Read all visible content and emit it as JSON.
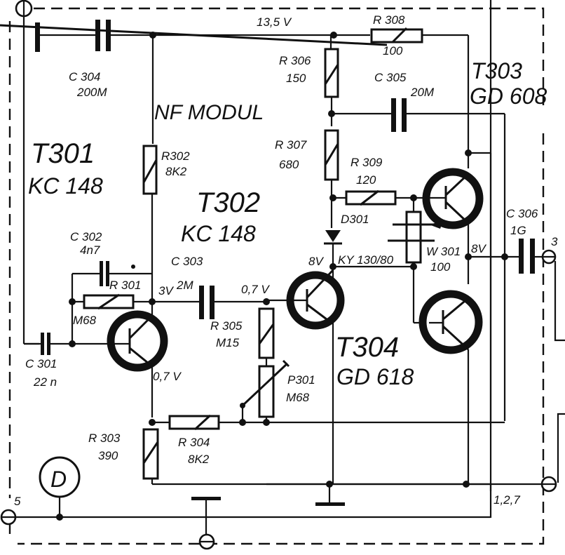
{
  "title": "NF MODUL",
  "supply_label": "13,5 V",
  "components": {
    "C301": {
      "name": "C 301",
      "value": "22 n"
    },
    "C302": {
      "name": "C 302",
      "value": "4n7"
    },
    "C303": {
      "name": "C 303",
      "value": "2M"
    },
    "C304": {
      "name": "C 304",
      "value": "200M"
    },
    "C305": {
      "name": "C 305",
      "value": "20M"
    },
    "C306": {
      "name": "C 306",
      "value": "1G"
    },
    "R301": {
      "name": "R 301",
      "value": "M68"
    },
    "R302": {
      "name": "R302",
      "value": "8K2"
    },
    "R303": {
      "name": "R 303",
      "value": "390"
    },
    "R304": {
      "name": "R 304",
      "value": "8K2"
    },
    "R305": {
      "name": "R 305",
      "value": "M15"
    },
    "R306": {
      "name": "R 306",
      "value": "150"
    },
    "R307": {
      "name": "R 307",
      "value": "680"
    },
    "R308": {
      "name": "R 308",
      "value": "100"
    },
    "R309": {
      "name": "R 309",
      "value": "120"
    },
    "P301": {
      "name": "P301",
      "value": "M68"
    },
    "W301": {
      "name": "W 301",
      "value": "100"
    },
    "D301": {
      "name": "D301",
      "value": "KY 130/80"
    },
    "T301": {
      "name": "T301",
      "type": "KC 148"
    },
    "T302": {
      "name": "T302",
      "type": "KC 148"
    },
    "T303": {
      "name": "T303",
      "type": "GD 608"
    },
    "T304": {
      "name": "T304",
      "type": "GD 618"
    }
  },
  "voltages": {
    "t301_collector": "3V",
    "t301_emitter": "0,7 V",
    "t302_base": "0,7 V",
    "d301_cathode": "8V",
    "output_node": "8V"
  },
  "terminals": {
    "input": "5",
    "output": "3",
    "ground": "1,2,7"
  },
  "marker": "D"
}
